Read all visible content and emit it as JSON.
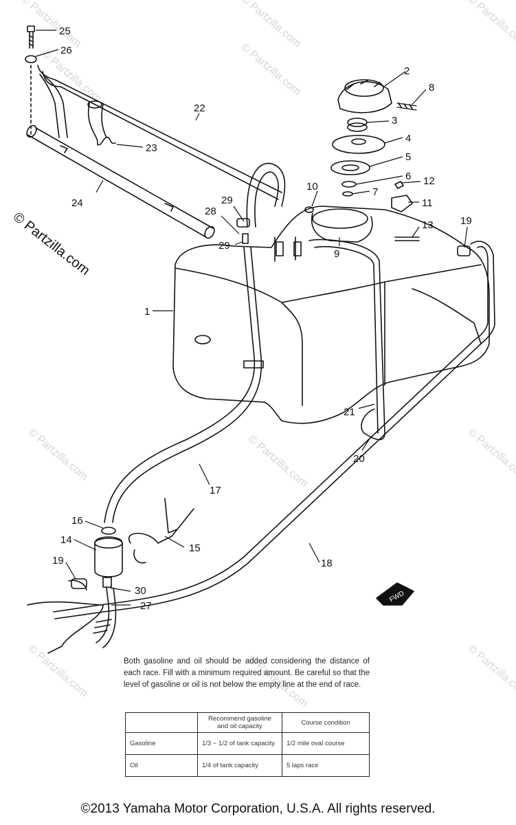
{
  "watermark": {
    "site": "© Partzilla.com"
  },
  "callouts": [
    {
      "id": "25",
      "label": "25"
    },
    {
      "id": "26",
      "label": "26"
    },
    {
      "id": "2",
      "label": "2"
    },
    {
      "id": "8",
      "label": "8"
    },
    {
      "id": "3",
      "label": "3"
    },
    {
      "id": "4",
      "label": "4"
    },
    {
      "id": "5",
      "label": "5"
    },
    {
      "id": "6",
      "label": "6"
    },
    {
      "id": "7",
      "label": "7"
    },
    {
      "id": "12",
      "label": "12"
    },
    {
      "id": "10",
      "label": "10"
    },
    {
      "id": "11",
      "label": "11"
    },
    {
      "id": "13",
      "label": "13"
    },
    {
      "id": "9",
      "label": "9"
    },
    {
      "id": "19a",
      "label": "19"
    },
    {
      "id": "22",
      "label": "22"
    },
    {
      "id": "23",
      "label": "23"
    },
    {
      "id": "24",
      "label": "24"
    },
    {
      "id": "29a",
      "label": "29"
    },
    {
      "id": "28",
      "label": "28"
    },
    {
      "id": "29b",
      "label": "29"
    },
    {
      "id": "1",
      "label": "1"
    },
    {
      "id": "21",
      "label": "21"
    },
    {
      "id": "20",
      "label": "20"
    },
    {
      "id": "17",
      "label": "17"
    },
    {
      "id": "16",
      "label": "16"
    },
    {
      "id": "15",
      "label": "15"
    },
    {
      "id": "14",
      "label": "14"
    },
    {
      "id": "19b",
      "label": "19"
    },
    {
      "id": "18",
      "label": "18"
    },
    {
      "id": "30",
      "label": "30"
    },
    {
      "id": "27",
      "label": "27"
    }
  ],
  "fwd_label": "FWD",
  "note": "Both gasoline and oil should be added considering the distance of each race. Fill with a minimum required amount. Be careful so that the level of gasoline or oil is not below the empty line at the end of race.",
  "table": {
    "header": [
      "",
      "Recommend gasoline and oil capacity",
      "Course condition"
    ],
    "rows": [
      [
        "Gasoline",
        "1/3 ~ 1/2 of tank capacity",
        "1/2 mile oval course"
      ],
      [
        "Oil",
        "1/4 of tank capacity",
        "5 laps race"
      ]
    ]
  },
  "copyright": "©2013 Yamaha Motor Corporation, U.S.A. All rights reserved."
}
